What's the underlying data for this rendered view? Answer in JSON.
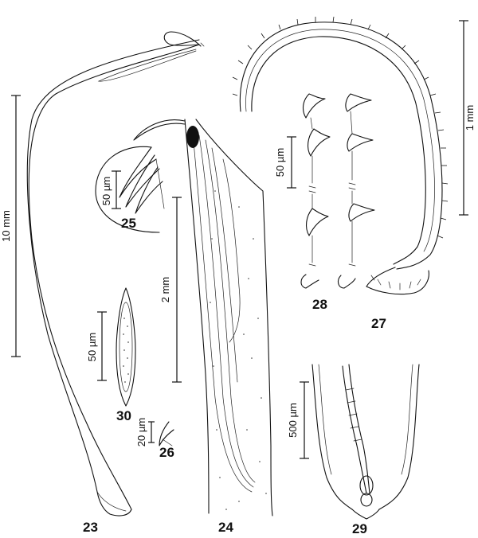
{
  "figures": {
    "f23": {
      "number": "23",
      "scale": "10 mm"
    },
    "f24": {
      "number": "24",
      "scale": "2 mm"
    },
    "f25": {
      "number": "25",
      "scale": "50 µm"
    },
    "f26": {
      "number": "26",
      "scale": "20 µm"
    },
    "f27": {
      "number": "27",
      "scale": "1 mm"
    },
    "f28": {
      "number": "28",
      "scale": "50 µm"
    },
    "f29": {
      "number": "29",
      "scale": "500 µm"
    },
    "f30": {
      "number": "30",
      "scale": "50 µm"
    }
  },
  "colors": {
    "ink": "#111111",
    "paper": "#ffffff"
  }
}
